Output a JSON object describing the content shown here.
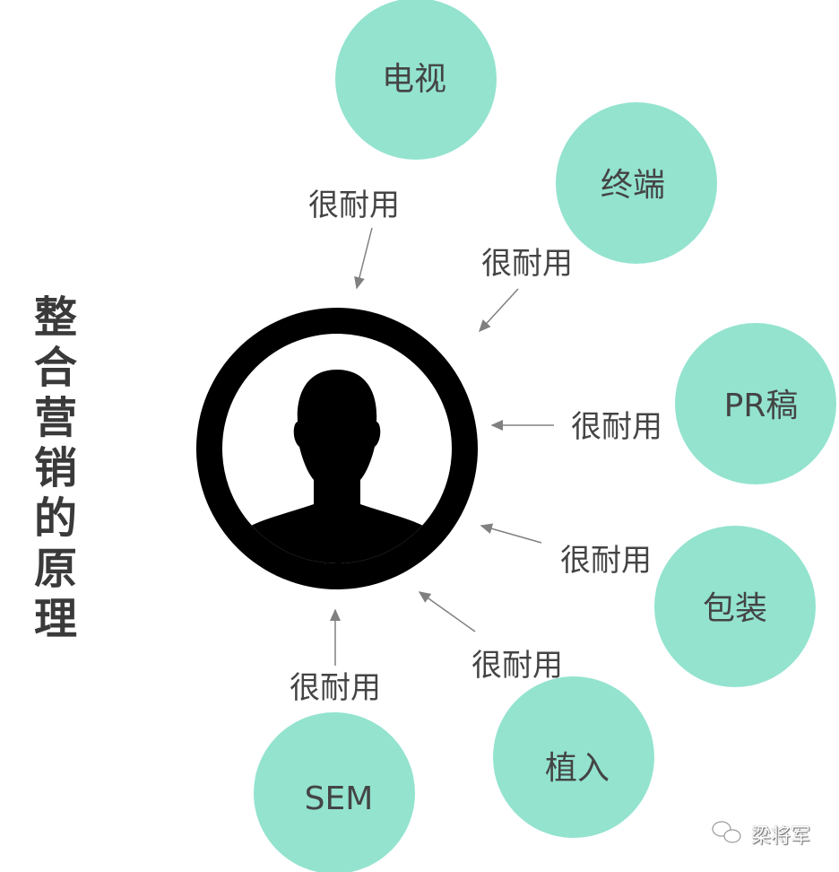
{
  "title": "整合营销的原理",
  "center": {
    "icon": "person-icon"
  },
  "nodes": [
    {
      "label": "电视",
      "relation": "很耐用"
    },
    {
      "label": "终端",
      "relation": "很耐用"
    },
    {
      "label": "PR稿",
      "relation": "很耐用"
    },
    {
      "label": "包装",
      "relation": "很耐用"
    },
    {
      "label": "植入",
      "relation": "很耐用"
    },
    {
      "label": "SEM",
      "relation": "很耐用"
    }
  ],
  "watermark": "梁将军",
  "colors": {
    "node": "#93e3cf",
    "center": "#000000",
    "arrow": "#808080",
    "text": "#444444"
  }
}
